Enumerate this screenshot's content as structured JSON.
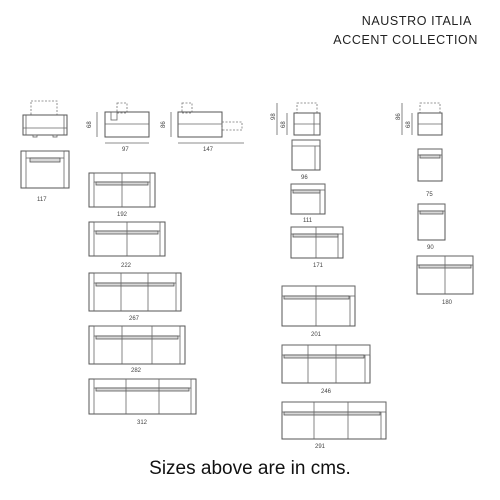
{
  "header": {
    "brand": "NAUSTRO ITALIA",
    "collection": "ACCENT COLLECTION"
  },
  "footer": {
    "note": "Sizes above are in cms."
  },
  "dimensions": {
    "armchair_width": "117",
    "side_depth": "97",
    "side_height": "68",
    "side_height_2": "86",
    "recliner_extended": "147",
    "corner_height_1": "98",
    "corner_height_2": "68",
    "end_height_1": "86",
    "end_height_2": "68",
    "sofa_192": "192",
    "sofa_222": "222",
    "sofa_267": "267",
    "sofa_282": "282",
    "sofa_312": "312",
    "arm_96": "96",
    "arm_111": "111",
    "arm_171": "171",
    "arm_201": "201",
    "arm_246": "246",
    "arm_291": "291",
    "end_75": "75",
    "end_90": "90",
    "end_180": "180"
  }
}
